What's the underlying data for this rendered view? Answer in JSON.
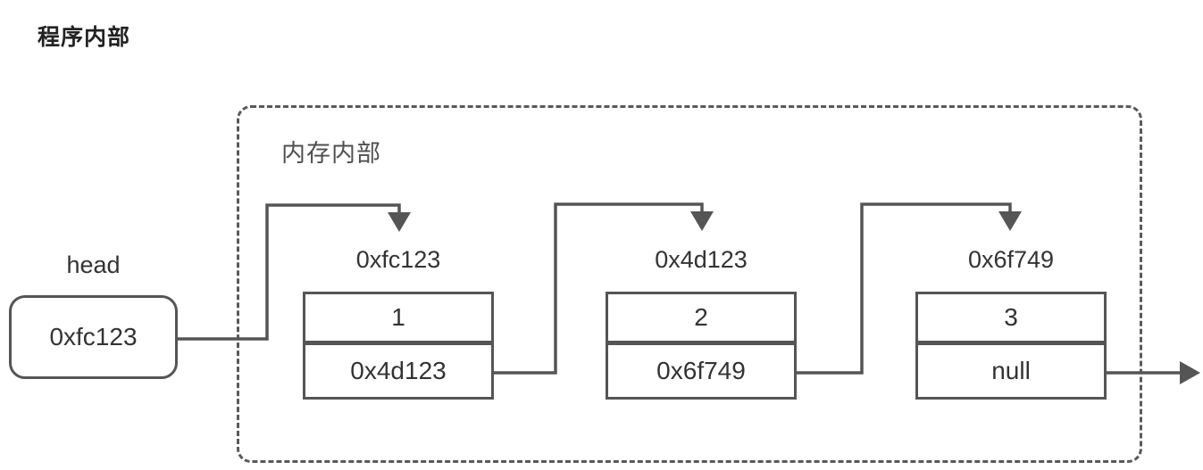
{
  "title": "程序内部",
  "memory": {
    "label": "内存内部",
    "nodes": [
      {
        "address": "0xfc123",
        "value": "1",
        "next": "0x4d123"
      },
      {
        "address": "0x4d123",
        "value": "2",
        "next": "0x6f749"
      },
      {
        "address": "0x6f749",
        "value": "3",
        "next": "null"
      }
    ]
  },
  "head": {
    "label": "head",
    "value": "0xfc123"
  },
  "colors": {
    "stroke": "#555555",
    "text": "#333333",
    "title_text": "#222222",
    "background": "#ffffff"
  }
}
